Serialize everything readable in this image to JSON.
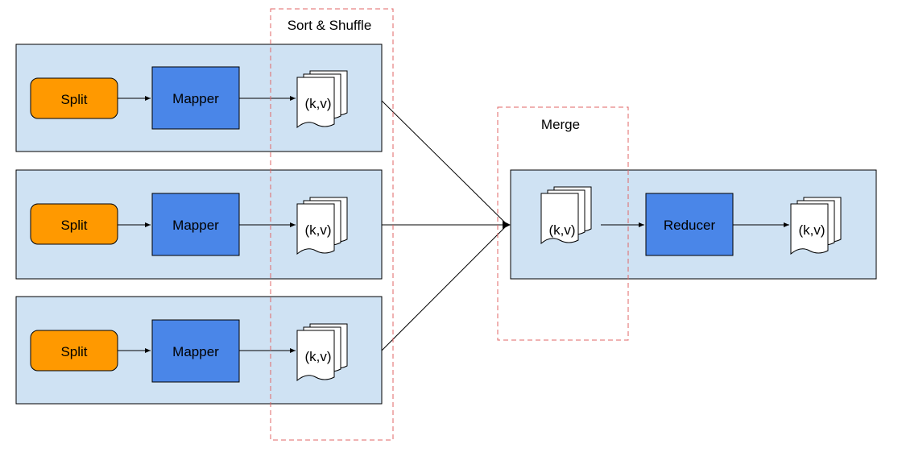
{
  "sort_shuffle_label": "Sort & Shuffle",
  "merge_label": "Merge",
  "split_label": "Split",
  "mapper_label": "Mapper",
  "reducer_label": "Reducer",
  "kv_label": "(k,v)",
  "colors": {
    "panel_fill": "#cfe2f3",
    "split_fill": "#ff9900",
    "mapper_fill": "#4a86e8",
    "dashed_border": "#e06666"
  }
}
